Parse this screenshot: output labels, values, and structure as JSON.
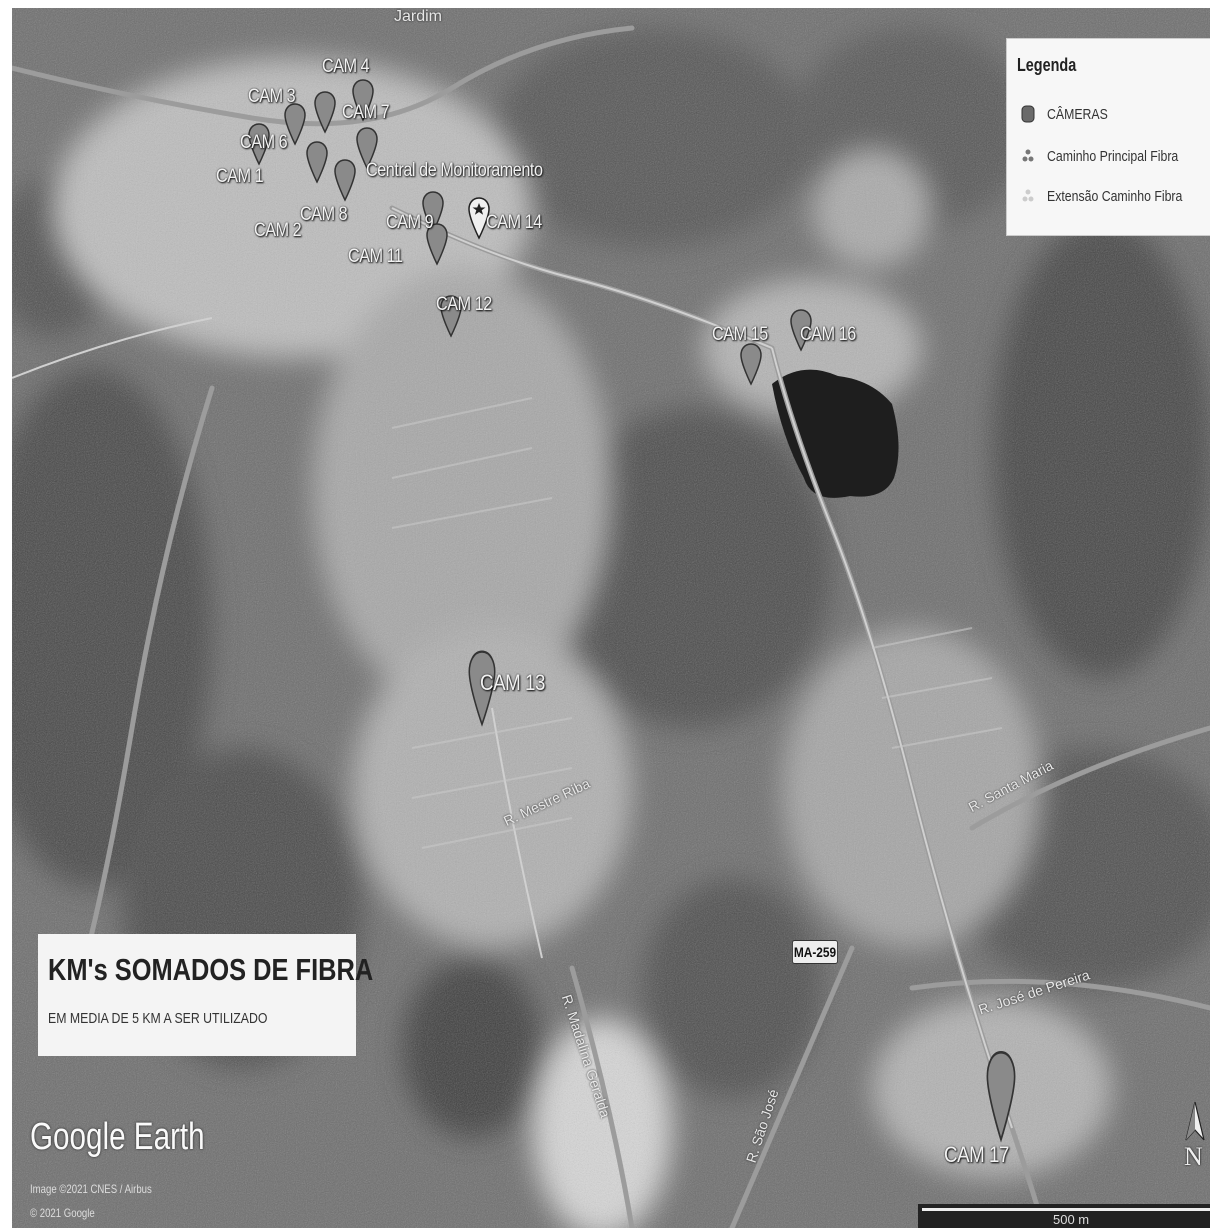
{
  "legend": {
    "title": "Legenda",
    "items": [
      {
        "label": "CÂMERAS",
        "icon": "camera-pin-icon"
      },
      {
        "label": "Caminho Principal Fibra",
        "icon": "fiber-main-path-icon"
      },
      {
        "label": "Extensão Caminho Fibra",
        "icon": "fiber-extension-path-icon"
      }
    ]
  },
  "info": {
    "title": "KM's SOMADOS DE FIBRA",
    "subtitle": "EM MEDIA DE 5 KM A SER UTILIZADO"
  },
  "brand": "Google Earth",
  "credits": [
    "Image ©2021 CNES / Airbus",
    "© 2021 Google"
  ],
  "scale": "500 m",
  "north": "N",
  "route_badge": "MA-259",
  "markers": {
    "central": "Central de Monitoramento",
    "cam1": "CAM 1",
    "cam2": "CAM 2",
    "cam3": "CAM 3",
    "cam4": "CAM 4",
    "cam6": "CAM 6",
    "cam7": "CAM 7",
    "cam8": "CAM 8",
    "cam9": "CAM 9",
    "cam11": "CAM 11",
    "cam12": "CAM 12",
    "cam13": "CAM 13",
    "cam14": "CAM 14",
    "cam15": "CAM 15",
    "cam16": "CAM 16",
    "cam17": "CAM 17"
  },
  "streets": {
    "top": "Jardim",
    "santa_maria": "R. Santa Maria",
    "sao_jose": "R. São José",
    "m_ribeiro": "R. Mestre Riba",
    "geralda": "R. Madalina Geralda",
    "pereira": "R. José de Pereira"
  },
  "colors": {
    "map_base": "#6f6f6f",
    "panel": "#f7f7f7",
    "pin": "#8a8a8a"
  }
}
